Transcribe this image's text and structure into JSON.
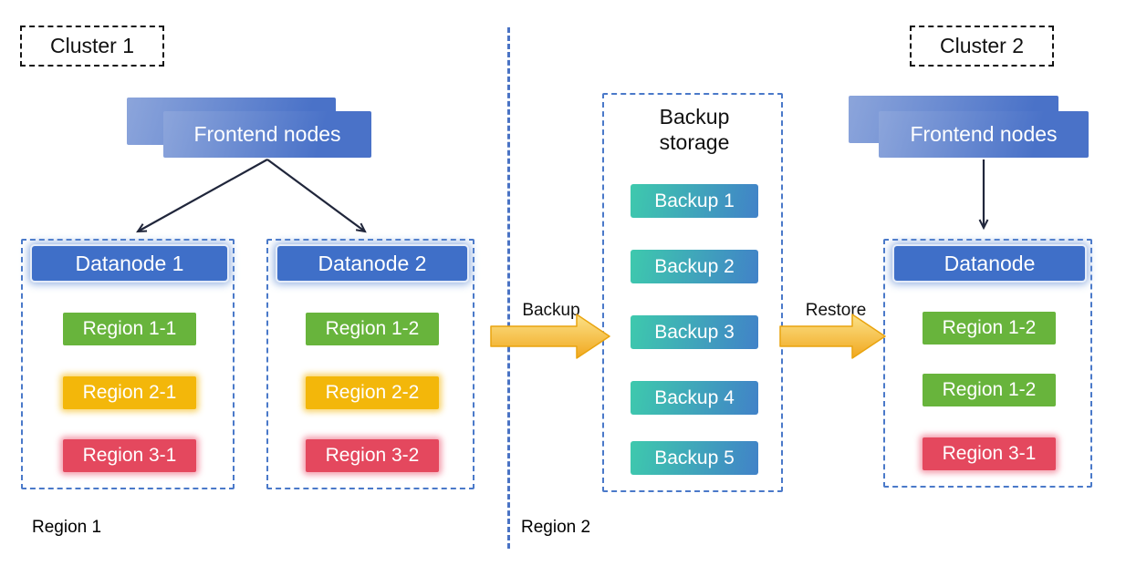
{
  "colors": {
    "fe-light": "#8CA5DB",
    "fe-dark": "#4A72C8",
    "node-blue": "#3F6FC8",
    "dash-blue": "#4A79C9",
    "divider-blue": "#4A73C4",
    "green": "#68B43C",
    "yellow": "#F3B70A",
    "red": "#E4485E",
    "teal": "#3EC9AD",
    "backup-blue": "#4182C8",
    "gold-light": "#FBE289",
    "gold-dark": "#F1A71E",
    "gold-border": "#E9A40F",
    "arrow-black": "#20263B"
  },
  "cluster1": {
    "label": "Cluster 1",
    "frontend_label": "Frontend nodes",
    "footer_label": "Region 1",
    "datanodes": [
      {
        "title": "Datanode 1",
        "regions": [
          {
            "label": "Region 1-1",
            "color": "green"
          },
          {
            "label": "Region 2-1",
            "color": "yellow"
          },
          {
            "label": "Region 3-1",
            "color": "red"
          }
        ]
      },
      {
        "title": "Datanode 2",
        "regions": [
          {
            "label": "Region 1-2",
            "color": "green"
          },
          {
            "label": "Region 2-2",
            "color": "yellow"
          },
          {
            "label": "Region 3-2",
            "color": "red"
          }
        ]
      }
    ]
  },
  "storage": {
    "title": "Backup storage",
    "items": [
      "Backup 1",
      "Backup 2",
      "Backup 3",
      "Backup 4",
      "Backup 5"
    ]
  },
  "flow": {
    "backup_label": "Backup",
    "restore_label": "Restore"
  },
  "cluster2": {
    "label": "Cluster 2",
    "frontend_label": "Frontend nodes",
    "footer_label": "Region 2",
    "datanode": {
      "title": "Datanode",
      "regions": [
        {
          "label": "Region 1-2",
          "color": "green"
        },
        {
          "label": "Region 1-2",
          "color": "green"
        },
        {
          "label": "Region 3-1",
          "color": "red"
        }
      ]
    }
  }
}
